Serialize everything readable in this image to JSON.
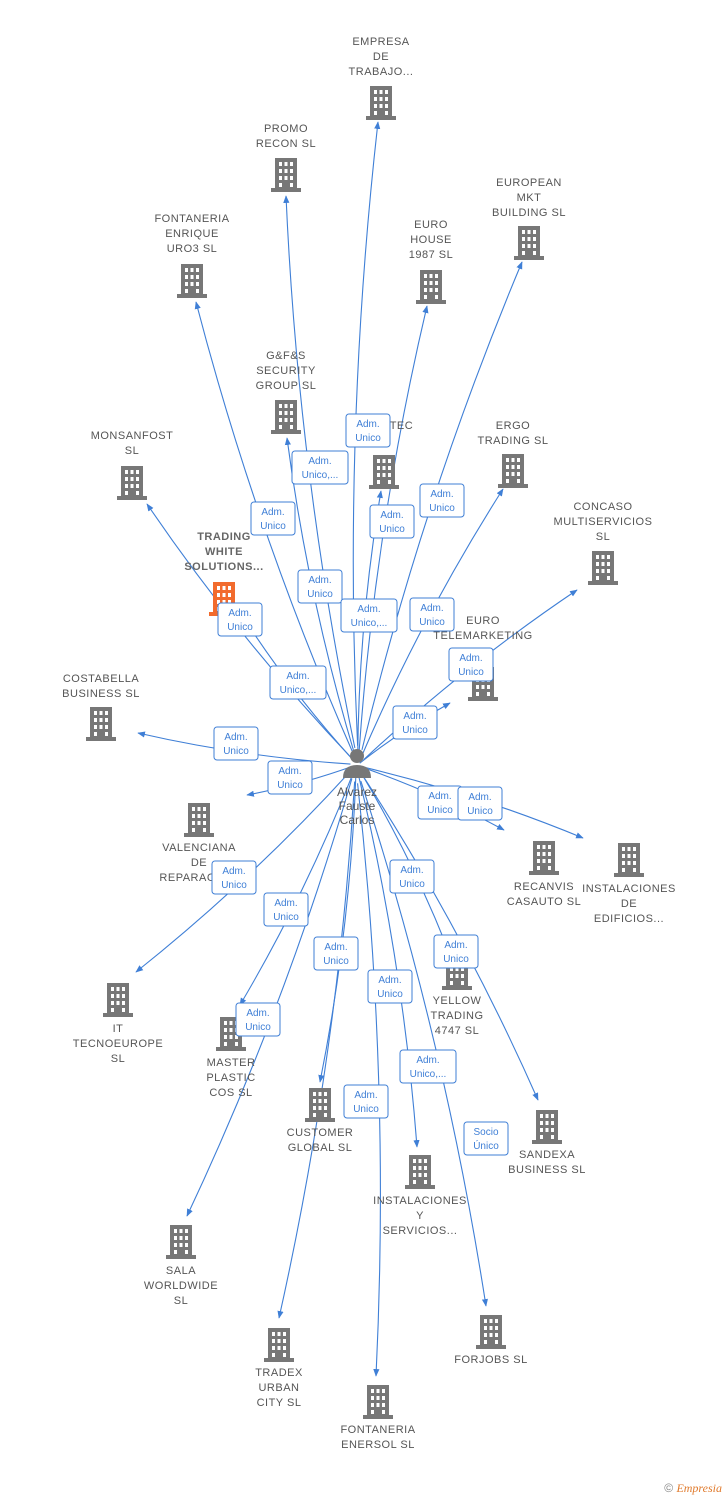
{
  "colors": {
    "edge": "#3f7fd6",
    "building": "#777777",
    "building_active": "#f26b2d",
    "person": "#777777"
  },
  "center": {
    "name_lines": [
      "Alvarez",
      "Fauste",
      "Carlos"
    ],
    "icon": "person-icon"
  },
  "nodes": [
    {
      "id": "empresa-de-trabajo",
      "lines": [
        "EMPRESA",
        "DE",
        "TRABAJO..."
      ],
      "icon": "building-icon"
    },
    {
      "id": "promo-recon",
      "lines": [
        "PROMO",
        "RECON  SL"
      ],
      "icon": "building-icon"
    },
    {
      "id": "european-mkt",
      "lines": [
        "EUROPEAN",
        "MKT",
        "BUILDING  SL"
      ],
      "icon": "building-icon"
    },
    {
      "id": "fontaneria-enrique",
      "lines": [
        "FONTANERIA",
        "ENRIQUE",
        "URO3 SL"
      ],
      "icon": "building-icon"
    },
    {
      "id": "euro-house",
      "lines": [
        "EURO",
        "HOUSE",
        "1987  SL"
      ],
      "icon": "building-icon"
    },
    {
      "id": "gfs-security",
      "lines": [
        "G&F&S",
        "SECURITY",
        "GROUP  SL"
      ],
      "icon": "building-icon"
    },
    {
      "id": "postec",
      "lines": [
        "4 POSTEC"
      ],
      "icon": "building-icon"
    },
    {
      "id": "ergo-trading",
      "lines": [
        "ERGO",
        "TRADING  SL"
      ],
      "icon": "building-icon"
    },
    {
      "id": "monsanfost",
      "lines": [
        "MONSANFOST",
        "SL"
      ],
      "icon": "building-icon"
    },
    {
      "id": "concaso",
      "lines": [
        "CONCASO",
        "MULTISERVICIOS",
        "SL"
      ],
      "icon": "building-icon"
    },
    {
      "id": "trading-white",
      "lines": [
        "TRADING",
        "WHITE",
        "SOLUTIONS..."
      ],
      "icon": "building-icon",
      "active": true
    },
    {
      "id": "euro-telemarketing",
      "lines": [
        "EURO",
        "TELEMARKETING"
      ],
      "icon": "building-icon"
    },
    {
      "id": "costabella",
      "lines": [
        "COSTABELLA",
        "BUSINESS SL"
      ],
      "icon": "building-icon"
    },
    {
      "id": "valenciana",
      "lines": [
        "VALENCIANA",
        "DE",
        "REPARACIO..."
      ],
      "icon": "building-icon"
    },
    {
      "id": "recanvis",
      "lines": [
        "RECANVIS",
        "CASAUTO SL"
      ],
      "icon": "building-icon"
    },
    {
      "id": "instalaciones-edificios",
      "lines": [
        "INSTALACIONES",
        "DE",
        "EDIFICIOS..."
      ],
      "icon": "building-icon"
    },
    {
      "id": "it-tecnoeurope",
      "lines": [
        "IT",
        "TECNOEUROPE",
        "SL"
      ],
      "icon": "building-icon"
    },
    {
      "id": "master-plastic",
      "lines": [
        "MASTER",
        "PLASTIC",
        "COS SL"
      ],
      "icon": "building-icon"
    },
    {
      "id": "yellow-trading",
      "lines": [
        "YELLOW",
        "TRADING",
        "4747  SL"
      ],
      "icon": "building-icon"
    },
    {
      "id": "customer-global",
      "lines": [
        "CUSTOMER",
        "GLOBAL  SL"
      ],
      "icon": "building-icon"
    },
    {
      "id": "sandexa",
      "lines": [
        "SANDEXA",
        "BUSINESS SL"
      ],
      "icon": "building-icon"
    },
    {
      "id": "instalaciones-servicios",
      "lines": [
        "INSTALACIONES",
        "Y",
        "SERVICIOS..."
      ],
      "icon": "building-icon"
    },
    {
      "id": "sala-worldwide",
      "lines": [
        "SALA",
        "WORLDWIDE",
        "SL"
      ],
      "icon": "building-icon"
    },
    {
      "id": "forjobs",
      "lines": [
        "FORJOBS SL"
      ],
      "icon": "building-icon"
    },
    {
      "id": "tradex-urban",
      "lines": [
        "TRADEX",
        "URBAN",
        "CITY  SL"
      ],
      "icon": "building-icon"
    },
    {
      "id": "fontaneria-enersol",
      "lines": [
        "FONTANERIA",
        "ENERSOL SL"
      ],
      "icon": "building-icon"
    }
  ],
  "badges": [
    {
      "lines": [
        "Adm.",
        "Unico"
      ]
    },
    {
      "lines": [
        "Adm.",
        "Unico,..."
      ]
    },
    {
      "lines": [
        "Adm.",
        "Unico"
      ]
    },
    {
      "lines": [
        "Adm.",
        "Unico"
      ]
    },
    {
      "lines": [
        "Adm.",
        "Unico"
      ]
    },
    {
      "lines": [
        "Adm.",
        "Unico"
      ]
    },
    {
      "lines": [
        "Adm.",
        "Unico,..."
      ]
    },
    {
      "lines": [
        "Adm.",
        "Unico"
      ]
    },
    {
      "lines": [
        "Adm.",
        "Unico"
      ]
    },
    {
      "lines": [
        "Adm.",
        "Unico"
      ]
    },
    {
      "lines": [
        "Adm.",
        "Unico,..."
      ]
    },
    {
      "lines": [
        "Adm.",
        "Unico"
      ]
    },
    {
      "lines": [
        "Adm.",
        "Unico"
      ]
    },
    {
      "lines": [
        "Adm.",
        "Unico"
      ]
    },
    {
      "lines": [
        "Adm.",
        "Unico"
      ]
    },
    {
      "lines": [
        "Adm.",
        "Unico"
      ]
    },
    {
      "lines": [
        "Adm.",
        "Unico"
      ]
    },
    {
      "lines": [
        "Adm.",
        "Unico"
      ]
    },
    {
      "lines": [
        "Adm.",
        "Unico"
      ]
    },
    {
      "lines": [
        "Adm.",
        "Unico"
      ]
    },
    {
      "lines": [
        "Adm.",
        "Unico"
      ]
    },
    {
      "lines": [
        "Adm.",
        "Unico"
      ]
    },
    {
      "lines": [
        "Adm.",
        "Unico,..."
      ]
    },
    {
      "lines": [
        "Adm.",
        "Unico"
      ]
    },
    {
      "lines": [
        "Adm.",
        "Unico"
      ]
    },
    {
      "lines": [
        "Socio",
        "Único"
      ]
    }
  ],
  "footer": {
    "copyright": "©",
    "brand": "Empresia"
  }
}
